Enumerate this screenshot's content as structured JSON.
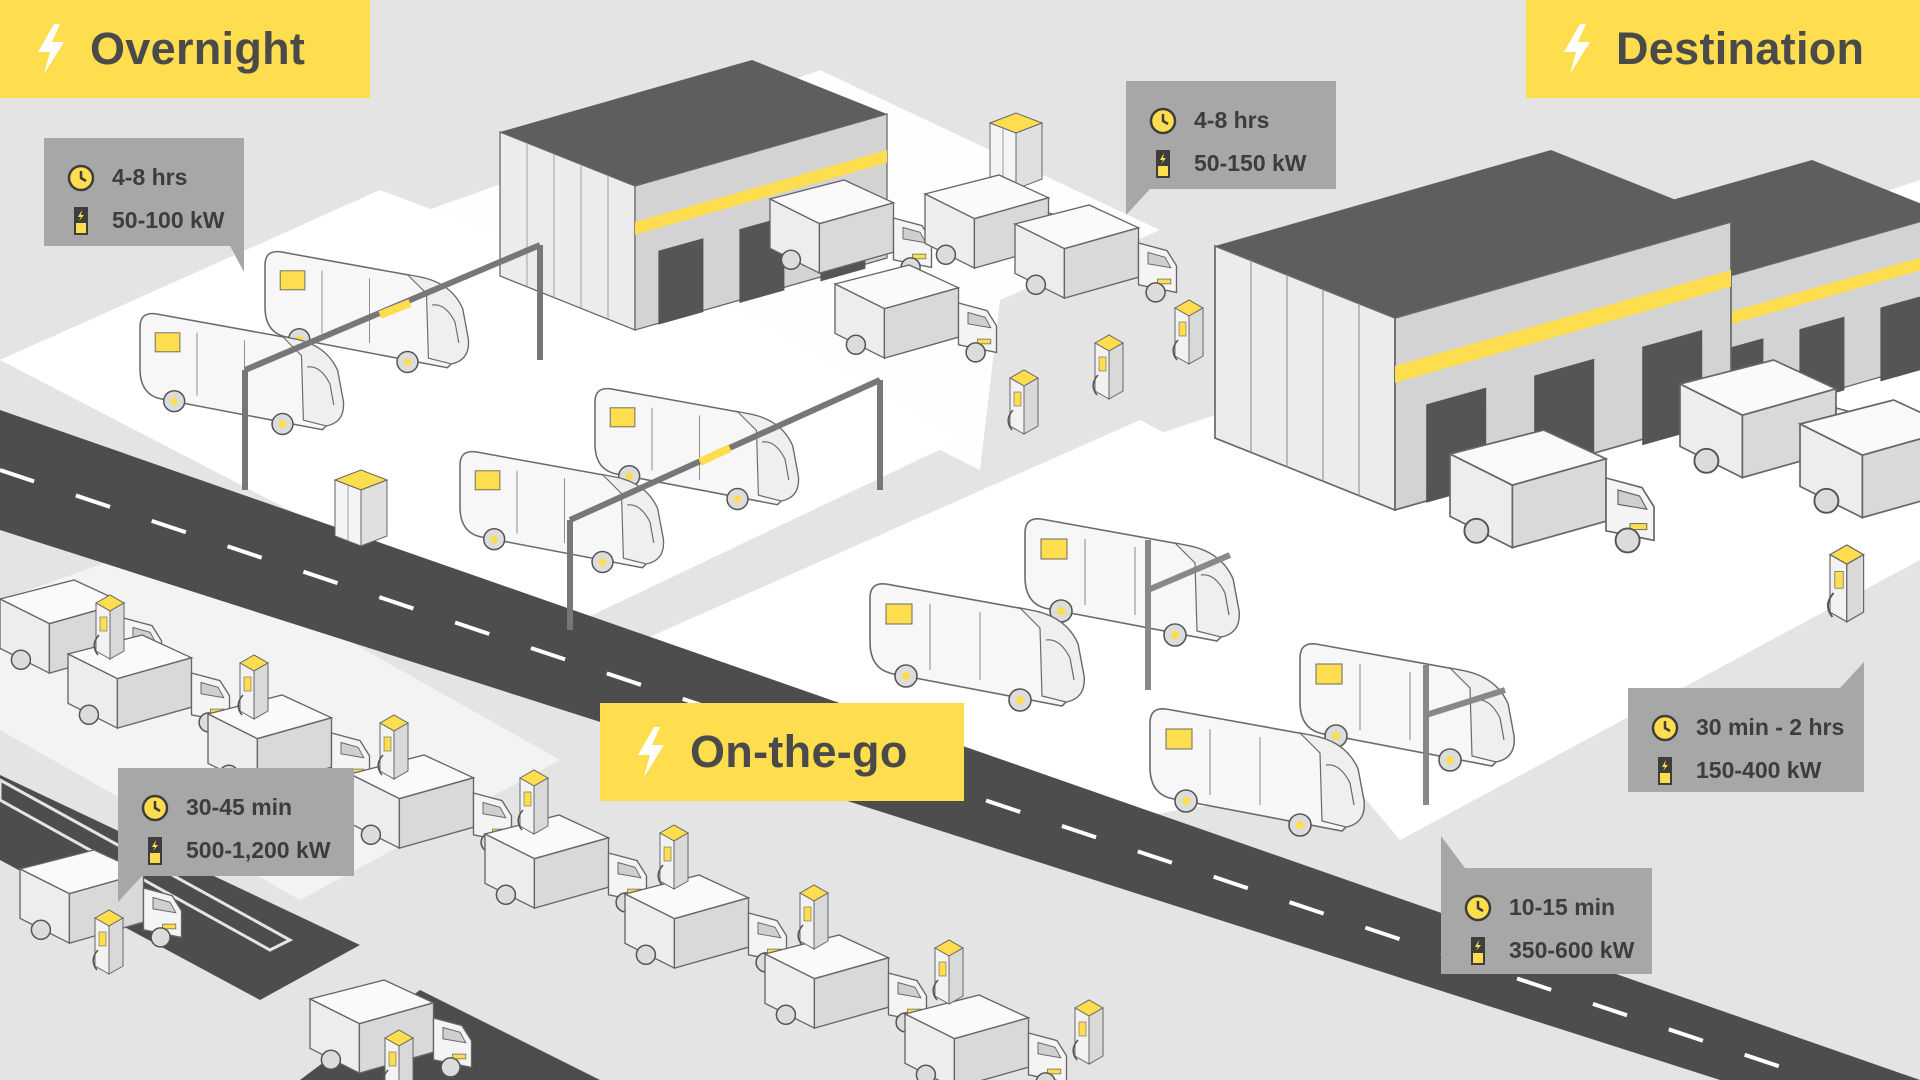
{
  "colors": {
    "accent": "#fedd4e",
    "label_text": "#4a4a4a",
    "box_bg": "#a7a7a7",
    "ground": "#e4e4e4",
    "road": "#4d4d4d",
    "building_roof": "#5e5e5e"
  },
  "categories": {
    "overnight": {
      "title": "Overnight",
      "icon": "lightning-bolt-icon"
    },
    "destination": {
      "title": "Destination",
      "icon": "lightning-bolt-icon"
    },
    "on_the_go": {
      "title": "On-the-go",
      "icon": "lightning-bolt-icon"
    }
  },
  "specs": {
    "overnight_bus_depot": {
      "time": "4-8 hrs",
      "power": "50-100 kW"
    },
    "overnight_truck_depot": {
      "time": "4-8 hrs",
      "power": "50-150 kW"
    },
    "on_the_go_truck_stop": {
      "time": "30-45 min",
      "power": "500-1,200 kW"
    },
    "destination_warehouse": {
      "time": "30 min - 2 hrs",
      "power": "150-400 kW"
    },
    "on_the_go_bus_terminal": {
      "time": "10-15 min",
      "power": "350-600 kW"
    }
  }
}
